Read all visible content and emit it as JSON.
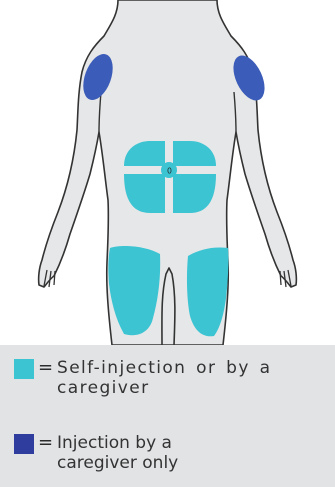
{
  "colors": {
    "self_or_caregiver": "#3cc4d3",
    "caregiver_only": "#3b5cb8",
    "body_fill": "#e6e7e8",
    "outline": "#333333",
    "legend_bg": "#e2e3e5"
  },
  "figure": {
    "navel_mark": "0"
  },
  "legend": {
    "items": [
      {
        "symbol": "=",
        "label": "Self-injection or by a caregiver",
        "color_key": "self_or_caregiver"
      },
      {
        "symbol": "=",
        "label": "Injection by a caregiver only",
        "color_key": "caregiver_only"
      }
    ]
  }
}
